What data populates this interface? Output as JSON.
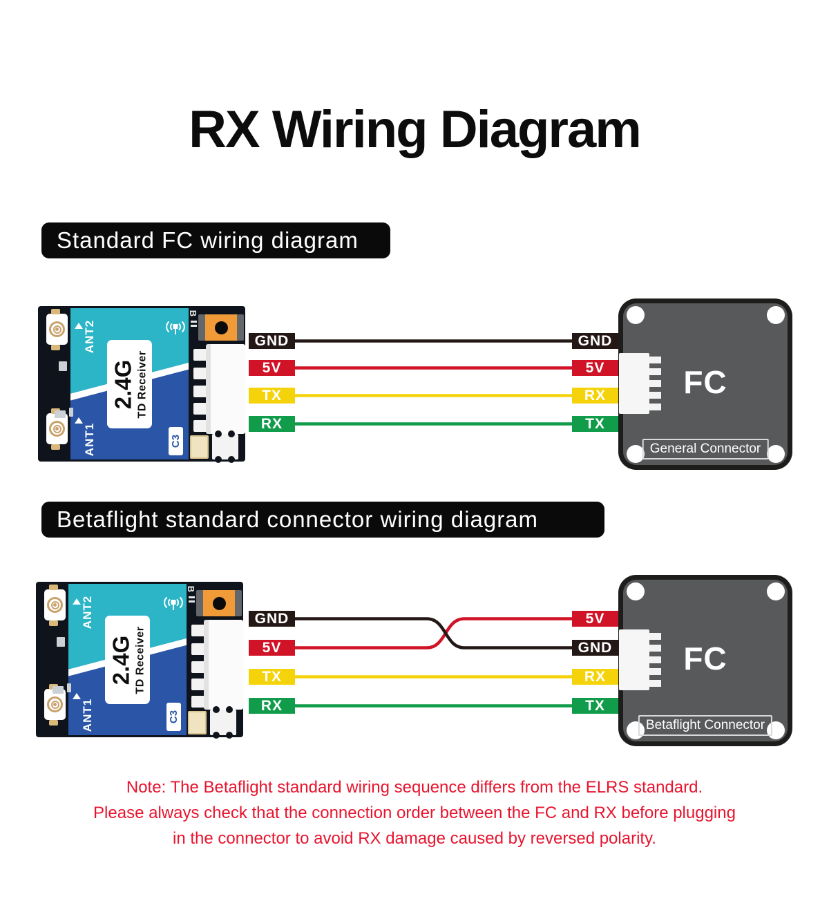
{
  "title": "RX Wiring Diagram",
  "sections": [
    {
      "header": "Standard FC wiring diagram",
      "fc": {
        "name": "FC",
        "connector_label": "General Connector"
      },
      "rx_pins": [
        {
          "label": "GND",
          "color": "#231815"
        },
        {
          "label": "5V",
          "color": "#d01327"
        },
        {
          "label": "TX",
          "color": "#f5d30a"
        },
        {
          "label": "RX",
          "color": "#109c4b"
        }
      ],
      "fc_pins": [
        {
          "label": "GND",
          "color": "#231815"
        },
        {
          "label": "5V",
          "color": "#d01327"
        },
        {
          "label": "RX",
          "color": "#f5d30a"
        },
        {
          "label": "TX",
          "color": "#109c4b"
        }
      ]
    },
    {
      "header": "Betaflight standard connector wiring diagram",
      "fc": {
        "name": "FC",
        "connector_label": "Betaflight Connector"
      },
      "rx_pins": [
        {
          "label": "GND",
          "color": "#231815"
        },
        {
          "label": "5V",
          "color": "#d01327"
        },
        {
          "label": "TX",
          "color": "#f5d30a"
        },
        {
          "label": "RX",
          "color": "#109c4b"
        }
      ],
      "fc_pins": [
        {
          "label": "5V",
          "color": "#d01327"
        },
        {
          "label": "GND",
          "color": "#231815"
        },
        {
          "label": "RX",
          "color": "#f5d30a"
        },
        {
          "label": "TX",
          "color": "#109c4b"
        }
      ]
    }
  ],
  "receiver": {
    "band": "2.4G",
    "model": "TD Receiver",
    "ant_top": "ANT2",
    "ant_bottom": "ANT1",
    "designator": "C3",
    "marking": "B"
  },
  "wire_colors": {
    "gnd": "#231815",
    "v5": "#d01327",
    "tx": "#f5d30a",
    "rx": "#109c4b"
  },
  "note": {
    "color": "#e7142e",
    "lines": [
      "Note: The Betaflight standard wiring sequence differs from the ELRS standard.",
      "Please always check that the connection order between the FC and RX before plugging",
      "in the connector to avoid RX damage caused by reversed polarity."
    ]
  },
  "colors": {
    "receiver_teal": "#2cb4c7",
    "receiver_blue": "#2b56a7",
    "board_black": "#0f141c",
    "fc_gray": "#58595b",
    "header_bg": "#0a0a0a",
    "button_orange": "#f19b38",
    "antenna_gold": "#c9a26b"
  }
}
